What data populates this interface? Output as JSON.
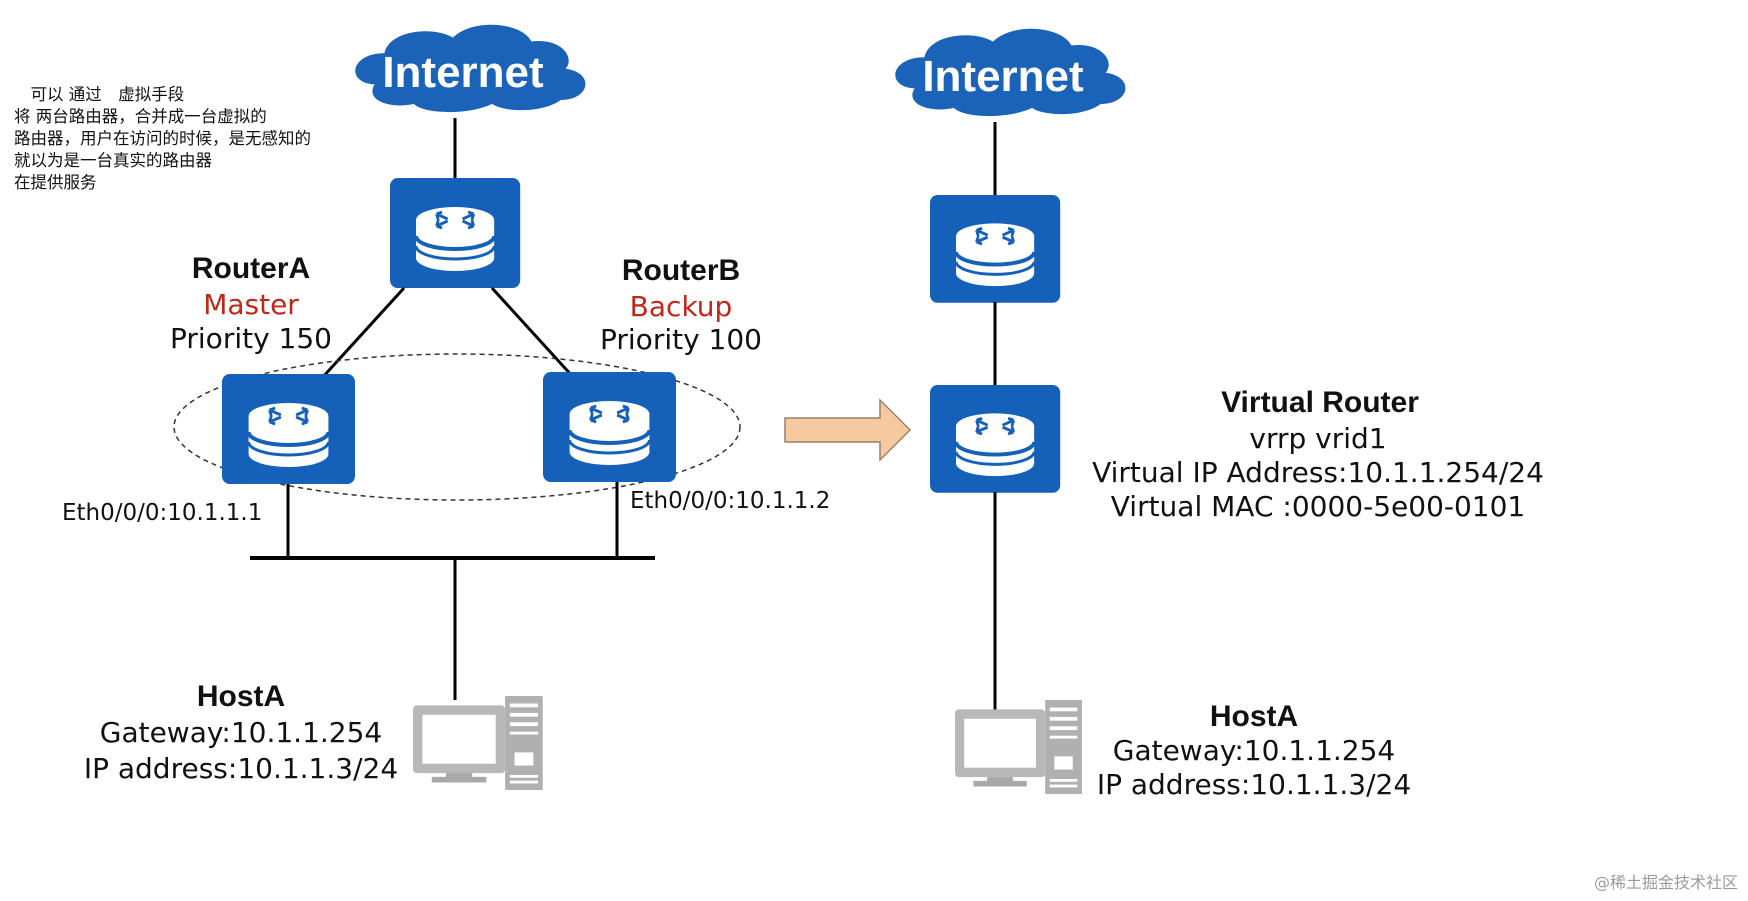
{
  "note_lines": [
    "　可以 通过　虚拟手段",
    "将 两台路由器，合并成一台虚拟的",
    "路由器，用户在访问的时候，是无感知的",
    "就以为是一台真实的路由器",
    "在提供服务"
  ],
  "left": {
    "cloud_label": "Internet",
    "router_a": {
      "name": "RouterA",
      "role": "Master",
      "priority": "Priority 150",
      "interface": "Eth0/0/0:10.1.1.1"
    },
    "router_b": {
      "name": "RouterB",
      "role": "Backup",
      "priority": "Priority 100",
      "interface": "Eth0/0/0:10.1.1.2"
    },
    "host": {
      "name": "HostA",
      "gateway": "Gateway:10.1.1.254",
      "ip": "IP address:10.1.1.3/24"
    }
  },
  "right": {
    "cloud_label": "Internet",
    "virtual_router": {
      "name": "Virtual Router",
      "vrid": "vrrp vrid1",
      "vip": "Virtual IP Address:10.1.1.254/24",
      "vmac": "Virtual MAC :0000-5e00-0101"
    },
    "host": {
      "name": "HostA",
      "gateway": "Gateway:10.1.1.254",
      "ip": "IP address:10.1.1.3/24"
    }
  },
  "watermark": "@稀土掘金技术社区",
  "colors": {
    "router_blue": "#1560b8",
    "cloud_blue": "#1a63b8",
    "role_red": "#c0271b",
    "arrow_fill": "#f7c9a0",
    "arrow_stroke": "#9a8066",
    "pc_gray": "#b8b8b8"
  }
}
